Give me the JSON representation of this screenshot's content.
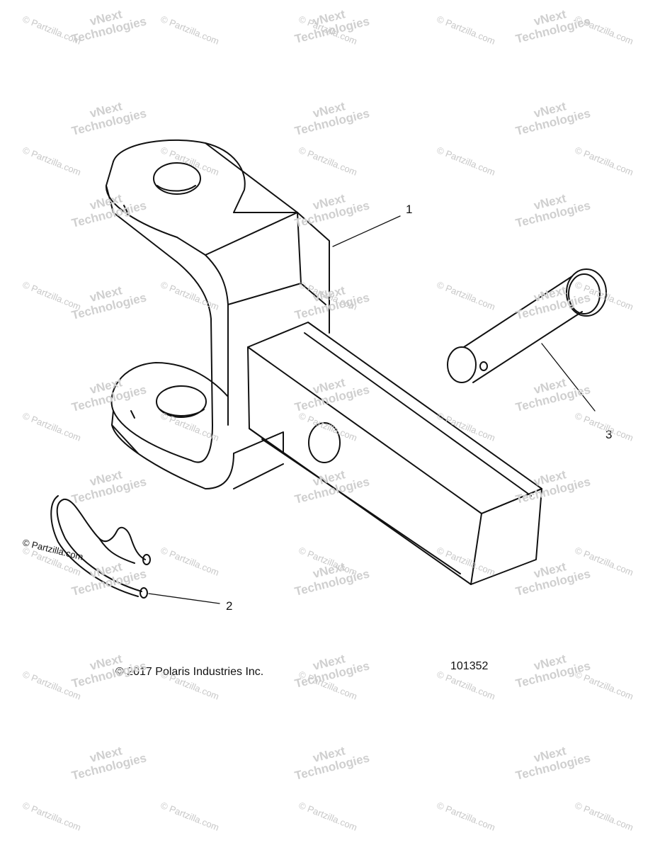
{
  "diagram": {
    "callouts": [
      "1",
      "2",
      "3"
    ],
    "copyright": "© 2017 Polaris Industries Inc.",
    "figure_number": "101352",
    "partzilla_stamp": "© Partzilla.com"
  },
  "watermarks": {
    "partzilla": "© Partzilla.com",
    "vnext_line1": "vNext",
    "vnext_line2": "Technologies"
  }
}
